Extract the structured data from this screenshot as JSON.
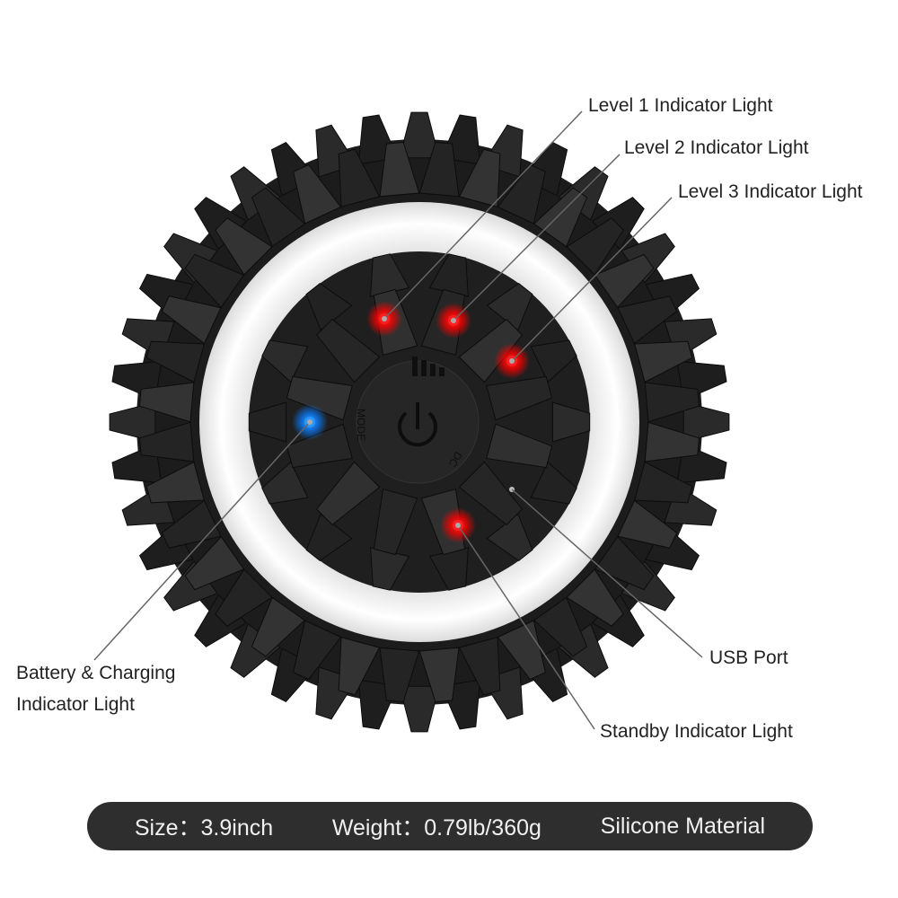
{
  "callouts": {
    "level1": "Level 1 Indicator Light",
    "level2": "Level 2 Indicator Light",
    "level3": "Level 3 Indicator Light",
    "battery_line1": "Battery & Charging",
    "battery_line2": "Indicator Light",
    "usb": "USB Port",
    "standby": "Standby Indicator Light"
  },
  "device_markings": {
    "mode": "MODE",
    "dc": "DC",
    "power_icon": "power-icon",
    "level_bars_icon": "level-bars-icon"
  },
  "specs": {
    "size": "Size：3.9inch",
    "weight": "Weight：0.79lb/360g",
    "material": "Silicone Material"
  },
  "colors": {
    "body": "#1c1c1c",
    "ring": "#ffffff",
    "led_red": "#ff1a1a",
    "led_blue": "#1a8cff",
    "spec_bar": "#2e2e2e"
  }
}
